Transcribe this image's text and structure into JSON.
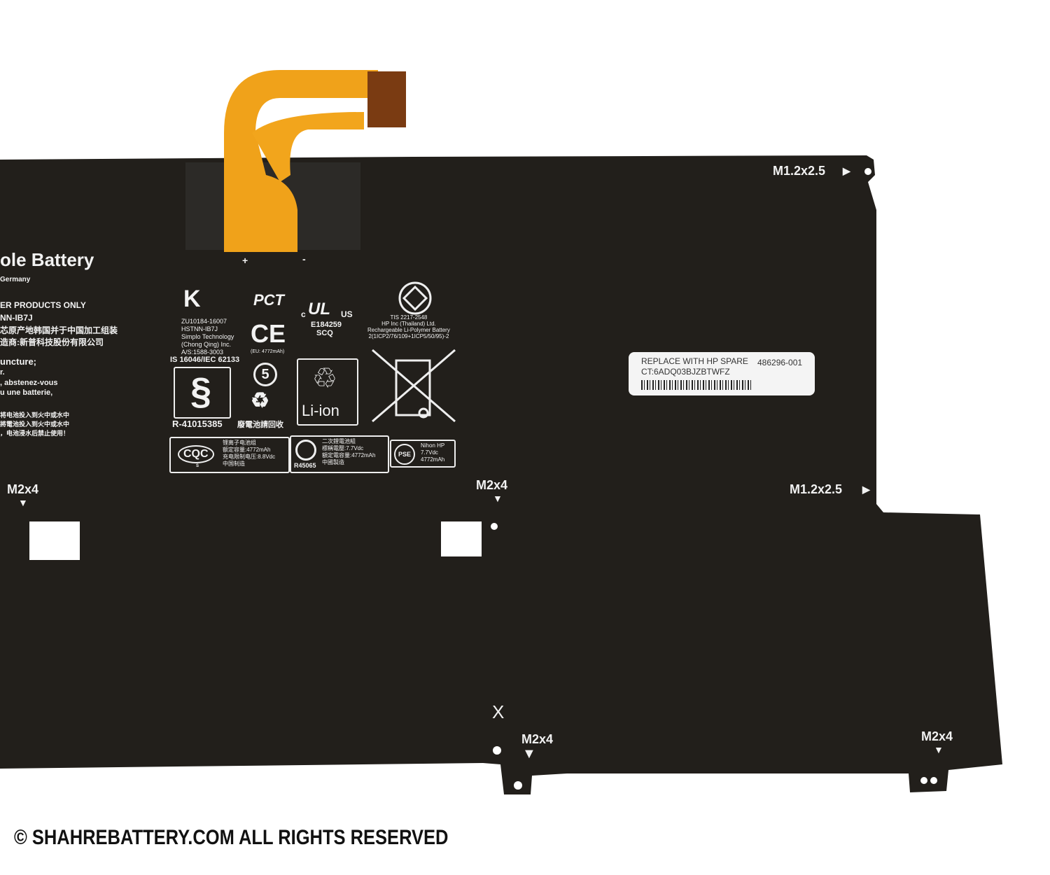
{
  "left_label": {
    "title": "ole Battery",
    "origin": "Germany",
    "products": "ER PRODUCTS ONLY",
    "model": "NN-IB7J",
    "cn_line1": "芯原产地韩国并于中国加工组装",
    "cn_line2": "造商:新普科技股份有限公司",
    "warn1": "uncture;",
    "warn2": "r.",
    "warn3": ", abstenez-vous",
    "warn4": "u une batterie,",
    "cn_warn1": "将电池投入到火中或水中",
    "cn_warn2": "將電池投入到火中或水中",
    "cn_warn3": "，电池浸水后禁止使用！"
  },
  "certifications": {
    "kc_lines": [
      "ZU10184-16007",
      "HSTNN-IB7J",
      "Simplo Technology",
      "(Chong Qing) Inc.",
      "A/S:1588-3003"
    ],
    "pct": "PCT",
    "ce": "CE",
    "ce_note": "(EU: 4772mAh)",
    "ul_c": "c",
    "ul_us": "US",
    "ul_code": "E184259",
    "ul_scq": "SCQ",
    "tis_lines": [
      "TIS 2217-2548",
      "HP Inc (Thailand) Ltd.",
      "Rechargeable Li-Polymer Battery",
      "2(1ICP2/76/109+1ICP5/50/95)-2"
    ],
    "is_standard": "IS 16046/IEC 62133",
    "bis_code": "R-41015385",
    "epa_years": "5",
    "recycle_tw": "廢電池請回收",
    "li_ion": "Li-ion",
    "cqc": "CQC",
    "cqc_s": "S",
    "cqc_lines": [
      "锂离子电池组",
      "额定容量:4772mAh",
      "充电限制电压:8.8Vdc",
      "中国制造"
    ],
    "bsmi_code": "R45065",
    "bsmi_lines": [
      "二次鋰電池組",
      "標稱電壓:7.7Vdc",
      "額定電容量:4772mAh",
      "中國製造"
    ],
    "pse": "PSE",
    "pse_lines": [
      "Nihon HP",
      "7.7Vdc",
      "4772mAh"
    ]
  },
  "connector": {
    "plus": "+",
    "minus": "-"
  },
  "screw_marks": {
    "top_right": "M1.2x2.5",
    "mid_right": "M1.2x2.5",
    "left": "M2x4",
    "center": "M2x4",
    "bottom_center": "M2x4",
    "bottom_right": "M2x4",
    "x_mark": "X"
  },
  "spare_label": {
    "line1": "REPLACE WITH HP SPARE",
    "part": "486296-001",
    "ct": "CT:6ADQ03BJZBTWFZ"
  },
  "copyright": "© SHAHREBATTERY.COM ALL RIGHTS RESERVED",
  "colors": {
    "battery": "#221f1b",
    "flex": "#f0a21a",
    "flex_end": "#7a3b12"
  }
}
